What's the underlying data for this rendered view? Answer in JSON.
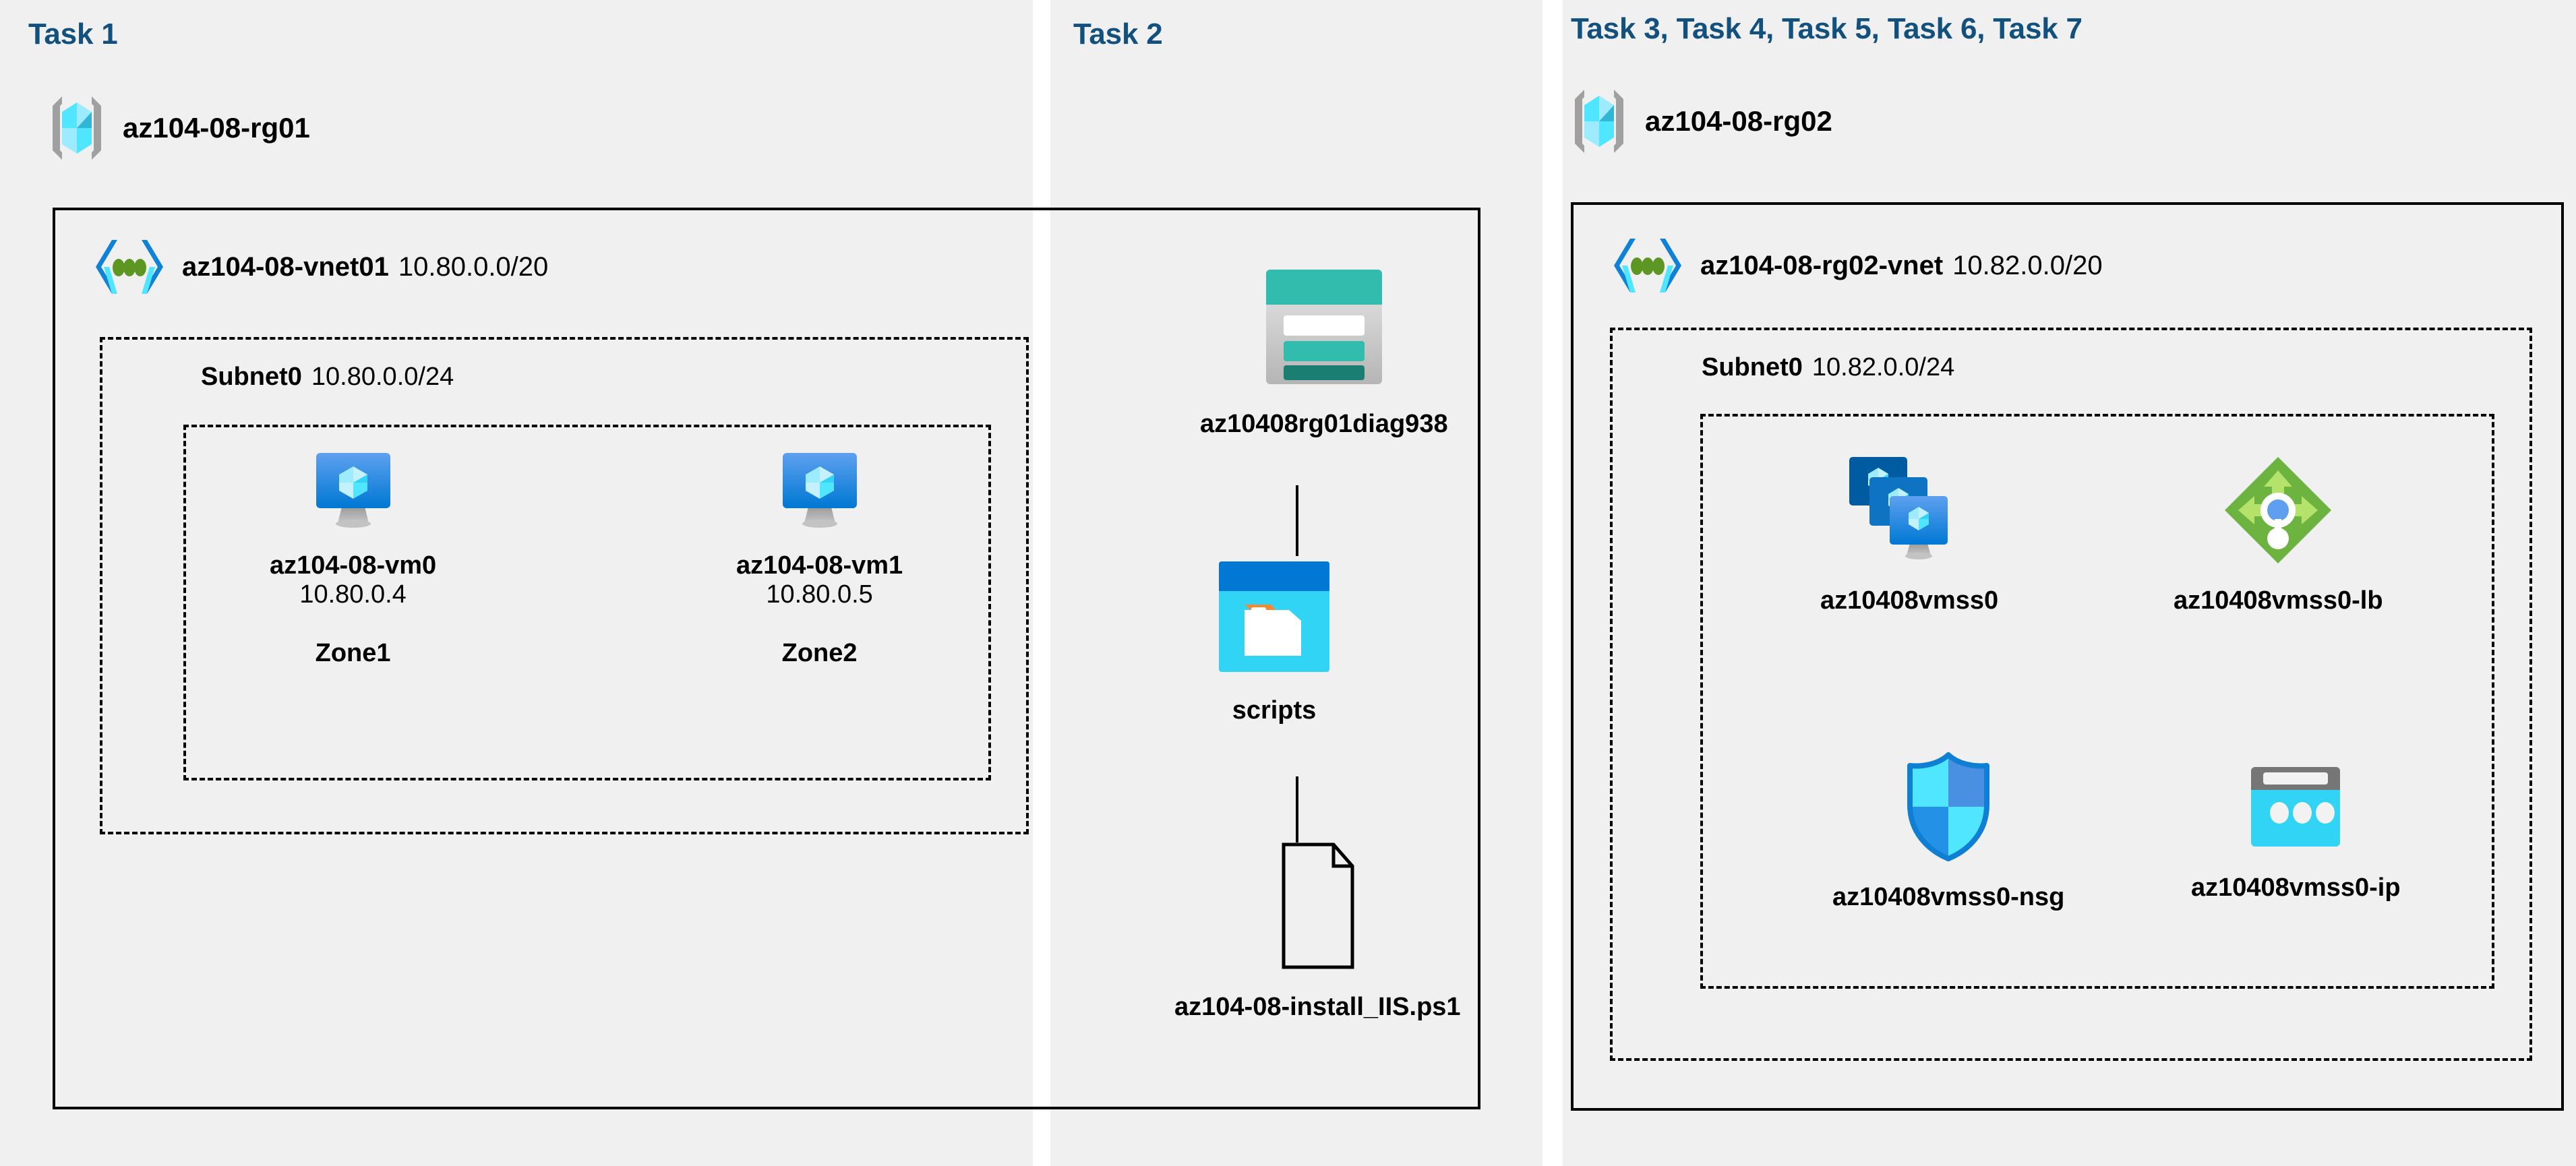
{
  "theme": {
    "panel_bg": "#f0f0f0",
    "page_bg": "#ffffff",
    "task_header_color": "#12507e",
    "border_color": "#000000",
    "azure_blue": "#0078d4",
    "azure_cyan": "#50e6ff",
    "teal": "#32bcad",
    "green": "#6cb33f"
  },
  "panels": [
    {
      "id": "task1",
      "header": "Task 1"
    },
    {
      "id": "task2",
      "header": "Task 2"
    },
    {
      "id": "task3",
      "header": "Task 3, Task 4, Task 5, Task 6, Task 7"
    }
  ],
  "task1": {
    "resource_group": {
      "name": "az104-08-rg01",
      "icon": "resource-group-icon"
    },
    "vnet": {
      "name": "az104-08-vnet01",
      "cidr": "10.80.0.0/20",
      "icon": "virtual-network-icon"
    },
    "subnet": {
      "name": "Subnet0",
      "cidr": "10.80.0.0/24"
    },
    "vms": [
      {
        "name": "az104-08-vm0",
        "ip": "10.80.0.4",
        "zone": "Zone1",
        "icon": "virtual-machine-icon"
      },
      {
        "name": "az104-08-vm1",
        "ip": "10.80.0.5",
        "zone": "Zone2",
        "icon": "virtual-machine-icon"
      }
    ]
  },
  "task2": {
    "storage_account": {
      "name": "az10408rg01diag938",
      "icon": "storage-account-icon"
    },
    "container": {
      "name": "scripts",
      "icon": "blob-container-icon"
    },
    "file": {
      "name": "az104-08-install_IIS.ps1",
      "icon": "script-file-icon"
    }
  },
  "task3": {
    "resource_group": {
      "name": "az104-08-rg02",
      "icon": "resource-group-icon"
    },
    "vnet": {
      "name": "az104-08-rg02-vnet",
      "cidr": "10.82.0.0/20",
      "icon": "virtual-network-icon"
    },
    "subnet": {
      "name": "Subnet0",
      "cidr": "10.82.0.0/24"
    },
    "resources": [
      {
        "name": "az10408vmss0",
        "icon": "vm-scale-set-icon"
      },
      {
        "name": "az10408vmss0-lb",
        "icon": "load-balancer-icon"
      },
      {
        "name": "az10408vmss0-nsg",
        "icon": "network-security-group-icon"
      },
      {
        "name": "az10408vmss0-ip",
        "icon": "public-ip-address-icon"
      }
    ]
  }
}
